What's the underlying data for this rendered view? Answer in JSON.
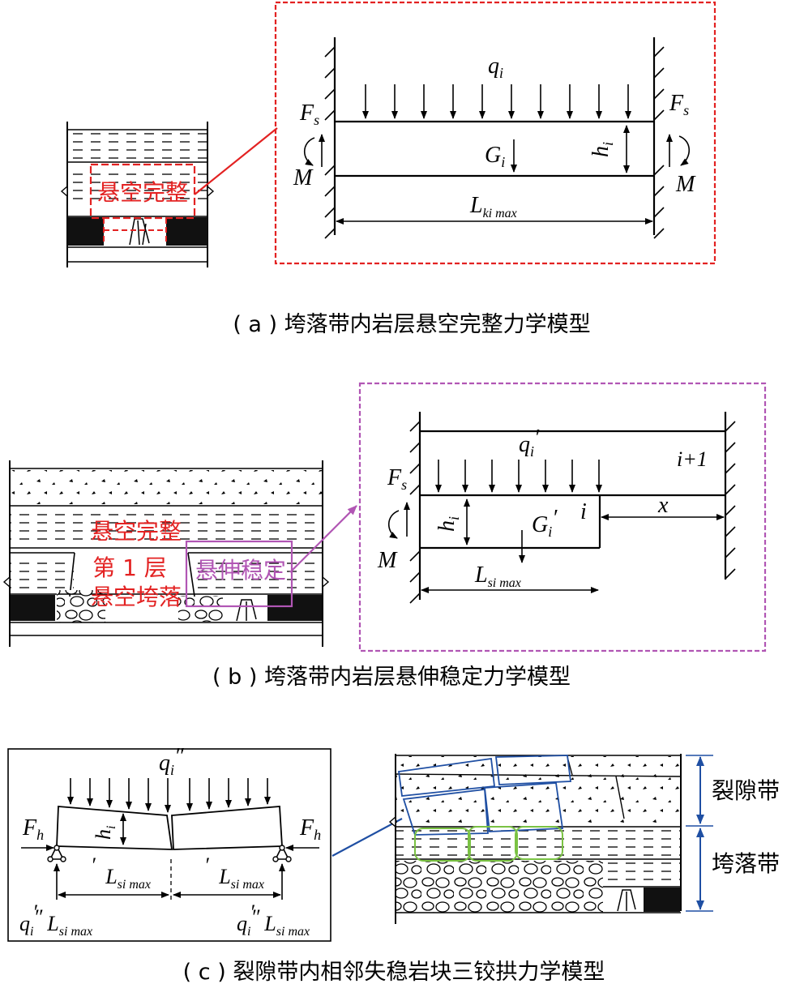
{
  "panel_a": {
    "caption": "( a ) 垮落带内岩层悬空完整力学模型",
    "sketch_label": "悬空完整",
    "q": "q",
    "q_sub": "i",
    "Fs": "F",
    "Fs_sub": "s",
    "M": "M",
    "G": "G",
    "G_sub": "i",
    "h": "h",
    "h_sub": "i",
    "L": "L",
    "L_sub": "ki max"
  },
  "panel_b": {
    "caption": "( b ) 垮落带内岩层悬伸稳定力学模型",
    "label_intact": "悬空完整",
    "label_layer1": "第 1 层",
    "label_collapse": "悬空垮落",
    "label_cantilever": "悬伸稳定",
    "q": "q",
    "q_sub": "i",
    "prime": "′",
    "Fs": "F",
    "Fs_sub": "s",
    "M": "M",
    "h": "h",
    "h_sub": "i",
    "G": "G",
    "G_sub": "i",
    "i_label": "i",
    "i1_label": "i+1",
    "x_label": "x",
    "L": "L",
    "L_sub": "si max"
  },
  "panel_c": {
    "caption": "( c ) 裂隙带内相邻失稳岩块三铰拱力学模型",
    "q": "q",
    "q_sub": "i",
    "dprime": "″",
    "prime": "′",
    "Fh": "F",
    "Fh_sub": "h",
    "h": "h",
    "h_sub": "i",
    "L": "L",
    "L_sub": "si max",
    "zone_fracture": "裂隙带",
    "zone_caving": "垮落带"
  },
  "colors": {
    "red": "#e32222",
    "purple": "#b156b4",
    "blue": "#1f4fa3",
    "green": "#7ac243"
  }
}
